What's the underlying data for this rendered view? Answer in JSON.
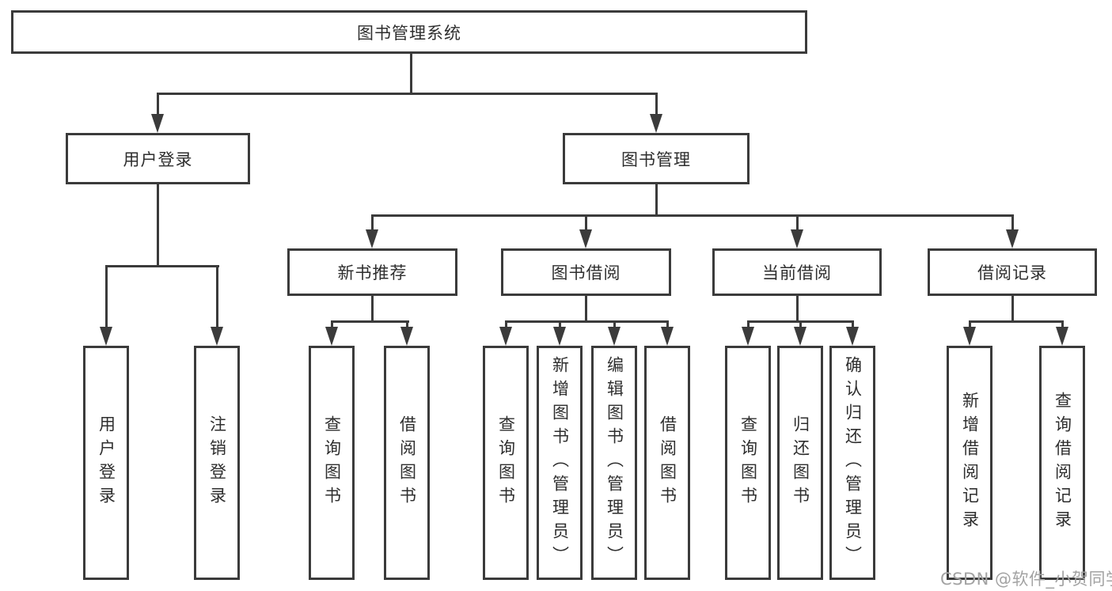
{
  "diagram": {
    "root": {
      "label": "图书管理系统"
    },
    "level2": [
      {
        "label": "用户登录"
      },
      {
        "label": "图书管理"
      }
    ],
    "level3": [
      {
        "label": "新书推荐"
      },
      {
        "label": "图书借阅"
      },
      {
        "label": "当前借阅"
      },
      {
        "label": "借阅记录"
      }
    ],
    "leaves": {
      "login": [
        "用户登录",
        "注销登录"
      ],
      "newbook": [
        "查询图书",
        "借阅图书"
      ],
      "borrow": [
        "查询图书",
        "新增图书（管理员）",
        "编辑图书（管理员）",
        "借阅图书"
      ],
      "current": [
        "查询图书",
        "归还图书",
        "确认归还（管理员）"
      ],
      "records": [
        "新增借阅记录",
        "查询借阅记录"
      ]
    }
  },
  "watermark": "CSDN @软件_小贺同学",
  "colors": {
    "line": "#3b3b3b",
    "text": "#2e2e2e",
    "watermark": "#a3a3a3"
  }
}
